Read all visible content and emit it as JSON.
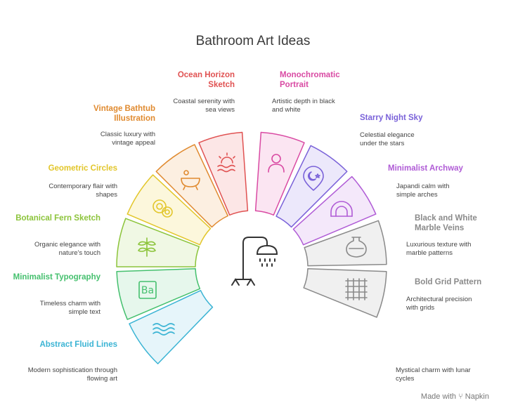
{
  "title": "Bathroom Art Ideas",
  "footer": "Made with ⑂ Napkin",
  "items": [
    {
      "label": "Abstract Fluid Lines",
      "description": "Modern sophistication through flowing art",
      "color": "#3bb4d4",
      "fill": "#e6f5fa",
      "icon": "waves-icon"
    },
    {
      "label": "Minimalist Typography",
      "description": "Timeless charm with simple text",
      "color": "#45c06e",
      "fill": "#e6f7ec",
      "icon": "text-ba-icon"
    },
    {
      "label": "Botanical Fern Sketch",
      "description": "Organic elegance with nature's touch",
      "color": "#8cc43b",
      "fill": "#f0f8e4",
      "icon": "fern-icon"
    },
    {
      "label": "Geometric Circles",
      "description": "Contemporary flair with shapes",
      "color": "#e2c62a",
      "fill": "#fcf7dc",
      "icon": "circles-icon"
    },
    {
      "label": "Vintage Bathtub Illustration",
      "description": "Classic luxury with vintage appeal",
      "color": "#e08a2f",
      "fill": "#fcefe1",
      "icon": "bathtub-icon"
    },
    {
      "label": "Ocean Horizon Sketch",
      "description": "Coastal serenity with sea views",
      "color": "#e05252",
      "fill": "#fce6e6",
      "icon": "sunset-icon"
    },
    {
      "label": "Monochromatic Portrait",
      "description": "Artistic depth in black and white",
      "color": "#d94aa3",
      "fill": "#fbe5f2",
      "icon": "portrait-icon"
    },
    {
      "label": "Starry Night Sky",
      "description": "Celestial elegance under the stars",
      "color": "#7a62d9",
      "fill": "#ece8fb",
      "icon": "moon-star-icon"
    },
    {
      "label": "Minimalist Archway",
      "description": "Japandi calm with simple arches",
      "color": "#b05cd6",
      "fill": "#f4e8fa",
      "icon": "arch-icon"
    },
    {
      "label": "Black and White Marble Veins",
      "description": "Luxurious texture with marble patterns",
      "color": "#8a8a8a",
      "fill": "#f0f0f0",
      "icon": "vase-icon"
    },
    {
      "label": "Bold Grid Pattern",
      "description": "Architectural precision with grids",
      "color": "#8a8a8a",
      "fill": "#f0f0f0",
      "icon": "grid-icon"
    },
    {
      "label": "",
      "description": "Mystical charm with lunar cycles",
      "color": "#8a8a8a",
      "fill": "#f0f0f0",
      "icon": ""
    }
  ],
  "center_icon": "shower-icon"
}
